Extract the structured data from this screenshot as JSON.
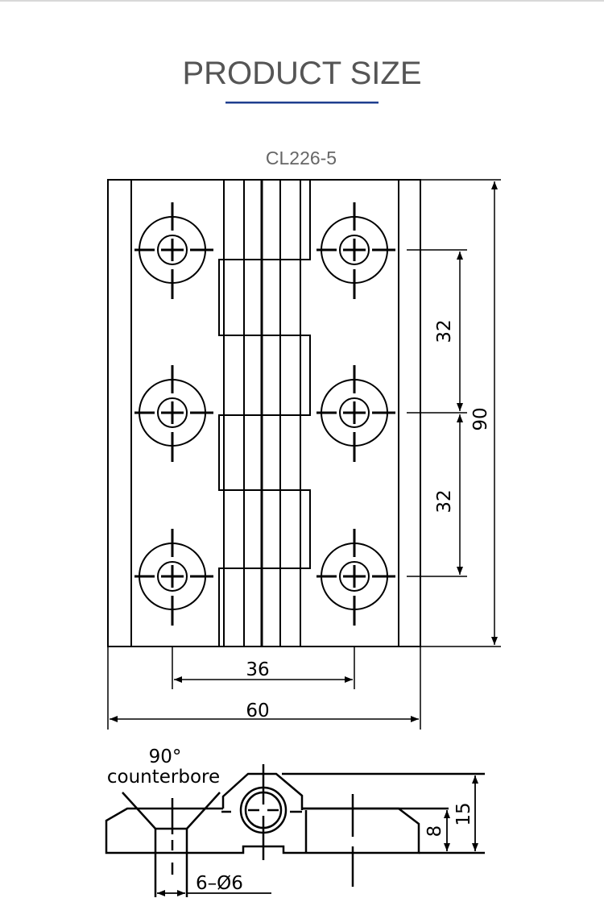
{
  "header": {
    "title": "PRODUCT SIZE",
    "accent_color": "#1f3f8f"
  },
  "drawing": {
    "model": "CL226-5",
    "dimensions": {
      "hole_spacing_upper": "32",
      "hole_spacing_lower": "32",
      "height": "90",
      "hole_row_width": "36",
      "width": "60",
      "thickness_total": "15",
      "leaf_thickness": "8",
      "holes": "6–Ø6"
    },
    "annotations": {
      "angle": "90°",
      "counterbore": "counterbore"
    }
  }
}
